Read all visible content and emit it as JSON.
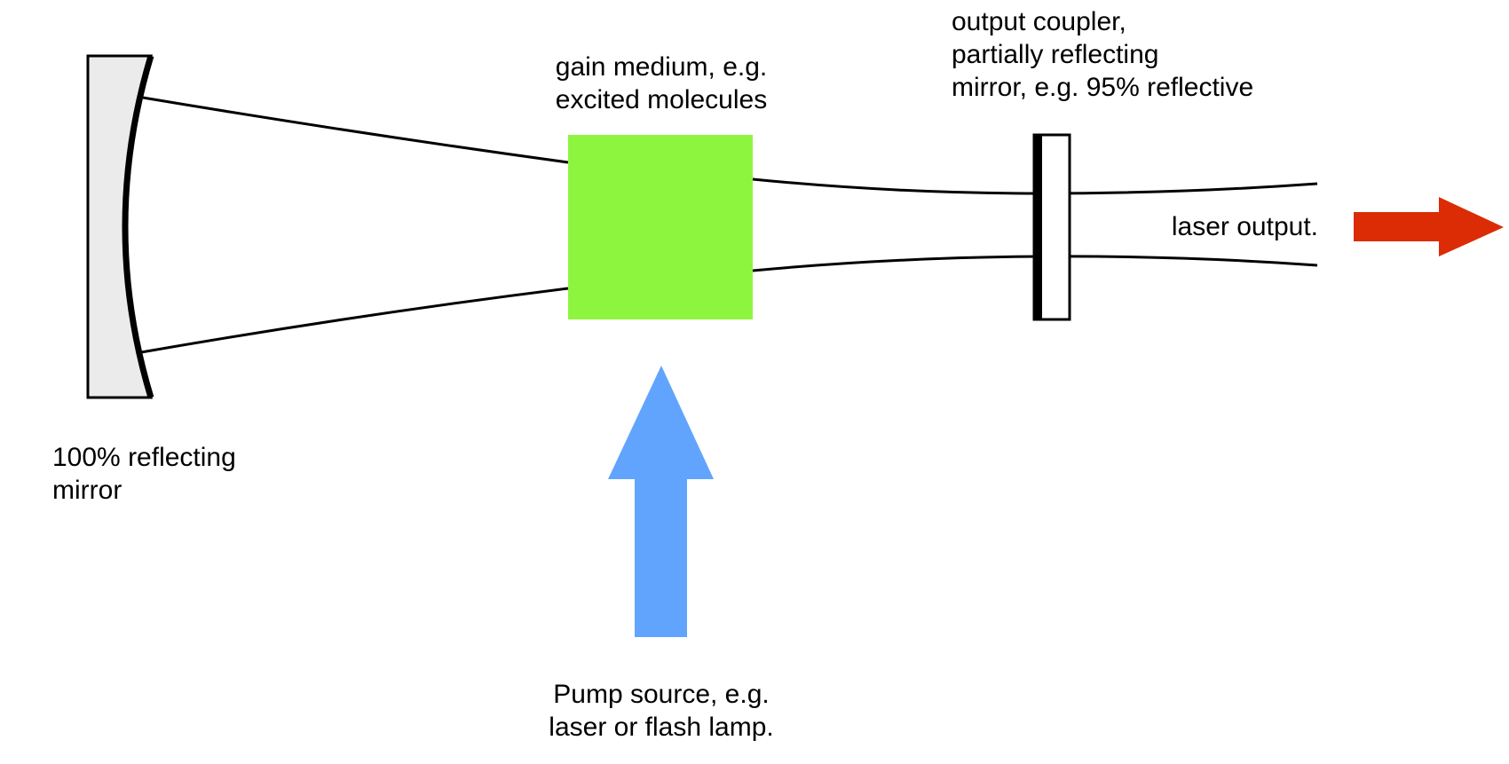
{
  "colors": {
    "gain_medium": "#8ef53f",
    "pump_arrow": "#61a4fd",
    "output_arrow": "#db2c06",
    "mirror_fill": "#ebebeb",
    "line": "#000000"
  },
  "labels": {
    "gain_medium": [
      "gain medium, e.g.",
      "excited molecules"
    ],
    "output_coupler": [
      "output coupler,",
      "partially reflecting",
      "mirror, e.g. 95% reflective"
    ],
    "laser_output": "laser output.",
    "rear_mirror": [
      "100% reflecting",
      "mirror"
    ],
    "pump_source": [
      "Pump source, e.g.",
      "laser or flash lamp."
    ]
  }
}
